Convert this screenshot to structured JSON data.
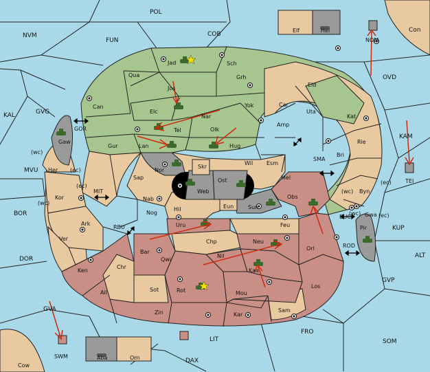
{
  "map": {
    "title": "",
    "colors": {
      "sea": "#a9d9e8",
      "green_power": "#a7c58f",
      "tan_power": "#e8c9a0",
      "red_power": "#c98f86",
      "neutral": "#9a9a9a",
      "arrow": "#d02a0e"
    },
    "labels": {
      "pol": "POL",
      "con": "Con",
      "nvm": "NVM",
      "fun": "FUN",
      "cob": "COB",
      "elf": "Elf",
      "hel": "Hel",
      "nom": "NOM",
      "ovd": "OVD",
      "kal": "KAL",
      "gvg": "GVG",
      "jad": "Jad",
      "sch": "Sch",
      "qua": "Qua",
      "jos": "Jos",
      "grh": "Grh",
      "eld": "Eld",
      "can": "Can",
      "elc": "Elc",
      "yok": "Yok",
      "car": "Car",
      "uta": "Uta",
      "kat": "Kat",
      "nar": "Nar",
      "tel": "Tel",
      "olk": "Olk",
      "amp": "Amp",
      "gor": "GOR",
      "gaw": "Gaw",
      "gur": "Gur",
      "lan": "Lan",
      "hug": "Hug",
      "kam": "KAM",
      "rie": "Rie",
      "wc1": "(wc)",
      "wil": "Wil",
      "esm": "Esm",
      "sma": "SMA",
      "bri": "Bri",
      "mvu": "MVU",
      "her": "Her",
      "ec1": "(ec)",
      "nor": "Nor",
      "skr": "Skr",
      "tei": "TEI",
      "sap": "Sap",
      "ost": "Ost",
      "mel": "Mel",
      "ec2": "(ec)",
      "web": "Web",
      "ec3": "(ec)",
      "wc2": "(wc)",
      "byn": "Byn",
      "kor": "Kor",
      "mit": "MIT",
      "nab": "Nab",
      "obs": "Obs",
      "wc3": "(wc)",
      "eun": "Eun",
      "sun": "Sun",
      "bor": "BOR",
      "hil": "Hil",
      "gwa": "Gwa",
      "ec4": "(ec)",
      "nog": "Nog",
      "buc": "BUC",
      "rbu": "RBU",
      "ark": "Ark",
      "uru": "Uru",
      "feu": "Feu",
      "kup": "KUP",
      "pir": "Pir",
      "ver": "Ver",
      "chp": "Chp",
      "neu": "Neu",
      "orl": "Orl",
      "bar": "Bar",
      "rod": "ROD",
      "qwi": "Qwi",
      "nil": "Nil",
      "alt": "ALT",
      "dor": "DOR",
      "ken": "Ken",
      "chr": "Chr",
      "kaa": "Kaa",
      "gvp": "GVP",
      "los": "Los",
      "ail": "Ail",
      "sot": "Sot",
      "rot": "Rot",
      "mou": "Mou",
      "zin": "Zin",
      "sam": "Sam",
      "kar": "Kar",
      "gva": "GVA",
      "fro": "FRO",
      "lit": "LIT",
      "som": "SOM",
      "swm": "SWM",
      "aba": "Aba",
      "orn": "Orn",
      "dax": "DAX",
      "cow": "Cow"
    }
  }
}
